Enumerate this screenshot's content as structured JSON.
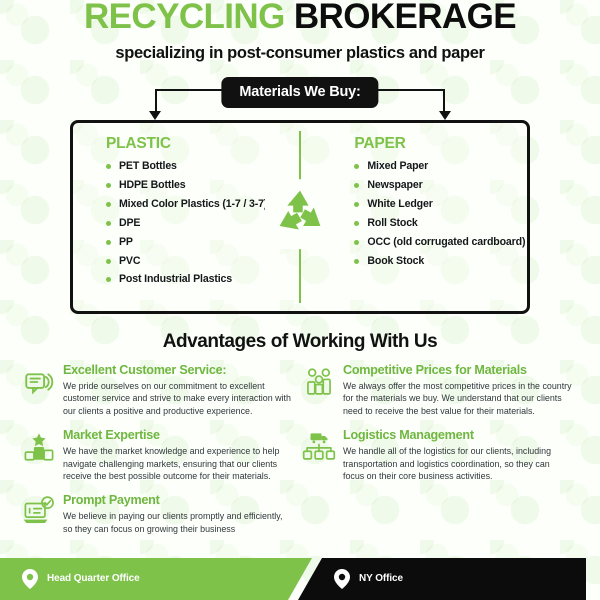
{
  "header": {
    "title_green": "RECYCLING",
    "title_black": "BROKERAGE",
    "subtitle": "specializing in post-consumer plastics and paper"
  },
  "badge": {
    "label": "Materials We Buy:"
  },
  "materials": {
    "plastic": {
      "heading": "PLASTIC",
      "items": [
        "PET Bottles",
        "HDPE Bottles",
        "Mixed Color Plastics (1-7 / 3-7)",
        "DPE",
        "PP",
        "PVC",
        "Post Industrial Plastics"
      ]
    },
    "paper": {
      "heading": "PAPER",
      "items": [
        "Mixed Paper",
        "Newspaper",
        "White Ledger",
        "Roll Stock",
        "OCC (old corrugated cardboard)",
        "Book Stock"
      ]
    },
    "center_icon": "recycle-icon"
  },
  "advantages": {
    "title": "Advantages of Working With Us",
    "items": [
      {
        "icon": "customer-support-icon",
        "heading": "Excellent Customer Service:",
        "text": "We pride ourselves on our commitment to excellent customer service and strive to make every interaction with our clients a positive and productive experience."
      },
      {
        "icon": "coin-bars-icon",
        "heading": "Competitive Prices for Materials",
        "text": "We always offer the most competitive prices in the country for the materials we buy. We understand that our clients need to receive the best value for their materials."
      },
      {
        "icon": "podium-star-icon",
        "heading": "Market Expertise",
        "text": "We have the market knowledge and experience to help navigate challenging markets, ensuring that our clients receive the best possible outcome for their materials."
      },
      {
        "icon": "truck-network-icon",
        "heading": "Logistics Management",
        "text": "We handle all of the logistics for our clients, including transportation and logistics coordination, so they can focus on their core business activities."
      },
      {
        "icon": "invoice-check-icon",
        "heading": "Prompt Payment",
        "text": "We believe in paying our clients promptly and efficiently, so they can focus on growing their business"
      }
    ]
  },
  "footer": {
    "left": {
      "icon": "location-pin-icon",
      "name": "Head Quarter Office",
      "address": ""
    },
    "right": {
      "icon": "location-pin-icon",
      "name": "NY Office",
      "address": ""
    }
  },
  "colors": {
    "green": "#7EC24A",
    "green_text": "#6FB740",
    "black": "#111111",
    "background": "#fcfffa"
  }
}
